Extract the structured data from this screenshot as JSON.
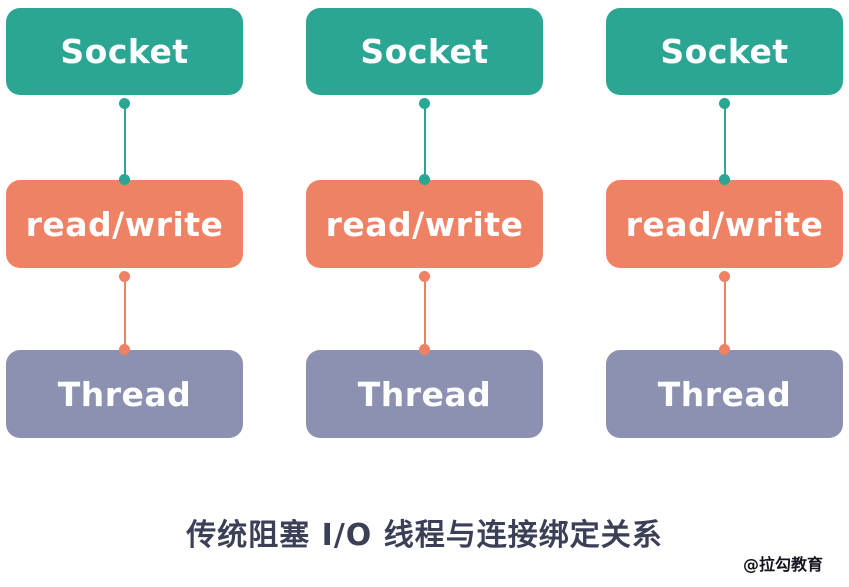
{
  "diagram": {
    "title": "传统阻塞 I/O 线程与连接绑定关系",
    "watermark": "@拉勾教育",
    "columns": [
      {
        "socket_label": "Socket",
        "readwrite_label": "read/write",
        "thread_label": "Thread"
      },
      {
        "socket_label": "Socket",
        "readwrite_label": "read/write",
        "thread_label": "Thread"
      },
      {
        "socket_label": "Socket",
        "readwrite_label": "read/write",
        "thread_label": "Thread"
      }
    ]
  },
  "colors": {
    "socket": "#2BA693",
    "readwrite": "#EF8265",
    "thread": "#8C90B1",
    "title": "#3B4057"
  }
}
